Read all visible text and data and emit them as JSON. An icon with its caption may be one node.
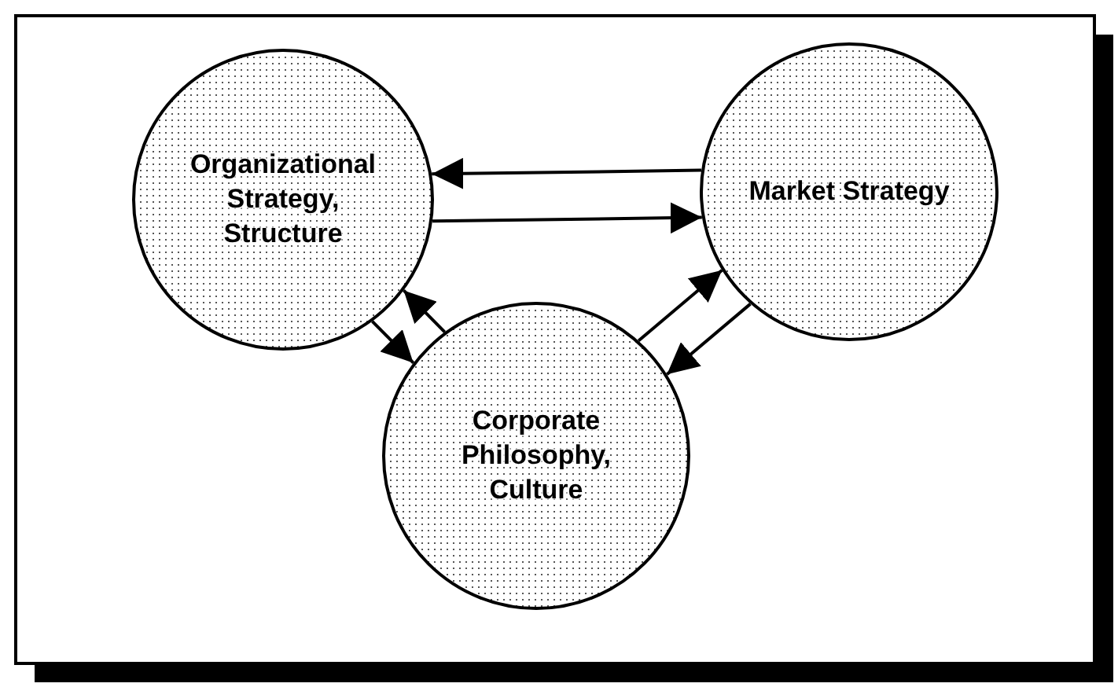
{
  "diagram": {
    "nodes": [
      {
        "text": [
          "Organizational Strategy, Structure"
        ]
      },
      {
        "text": [
          "Market Strategy"
        ]
      },
      {
        "text": [
          "Corporate Philosophy, Culture"
        ]
      }
    ],
    "edges": [
      {
        "from": 1,
        "to": 0,
        "arrow": "to"
      },
      {
        "from": 0,
        "to": 1,
        "arrow": "to"
      },
      {
        "from": 2,
        "to": 0,
        "arrow": "to"
      },
      {
        "from": 0,
        "to": 2,
        "arrow": "to"
      },
      {
        "from": 1,
        "to": 2,
        "arrow": "to"
      },
      {
        "from": 2,
        "to": 1,
        "arrow": "to"
      }
    ]
  }
}
